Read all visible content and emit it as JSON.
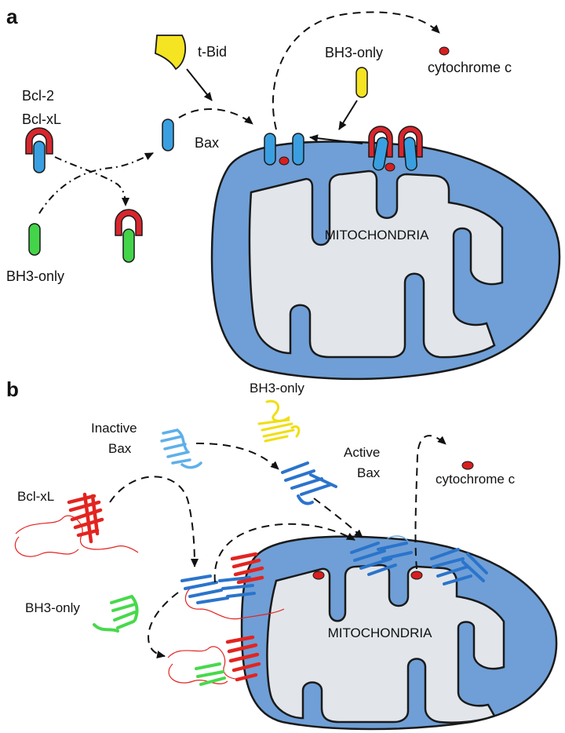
{
  "colors": {
    "mito_outer": "#6f9fd6",
    "mito_inner": "#e2e6ea",
    "bax": "#3a9fe0",
    "bcl": "#d8262d",
    "bh3_green": "#44d44a",
    "bh3_yellow": "#f5e421",
    "cyt": "#d81f1f",
    "outline": "#1a1a1a"
  },
  "panel_a": {
    "letter": "a",
    "labels": {
      "tbid": "t-Bid",
      "bh3_top": "BH3-only",
      "cytochrome": "cytochrome c",
      "bcl2": "Bcl-2",
      "bclxl": "Bcl-xL",
      "bax": "Bax",
      "bh3_bottom": "BH3-only",
      "mito": "MITOCHONDRIA"
    }
  },
  "panel_b": {
    "letter": "b",
    "labels": {
      "bh3_top": "BH3-only",
      "inactive_1": "Inactive",
      "inactive_2": "Bax",
      "active_1": "Active",
      "active_2": "Bax",
      "cytochrome": "cytochrome c",
      "bclxl": "Bcl-xL",
      "bh3_left": "BH3-only",
      "mito": "MITOCHONDRIA"
    }
  }
}
